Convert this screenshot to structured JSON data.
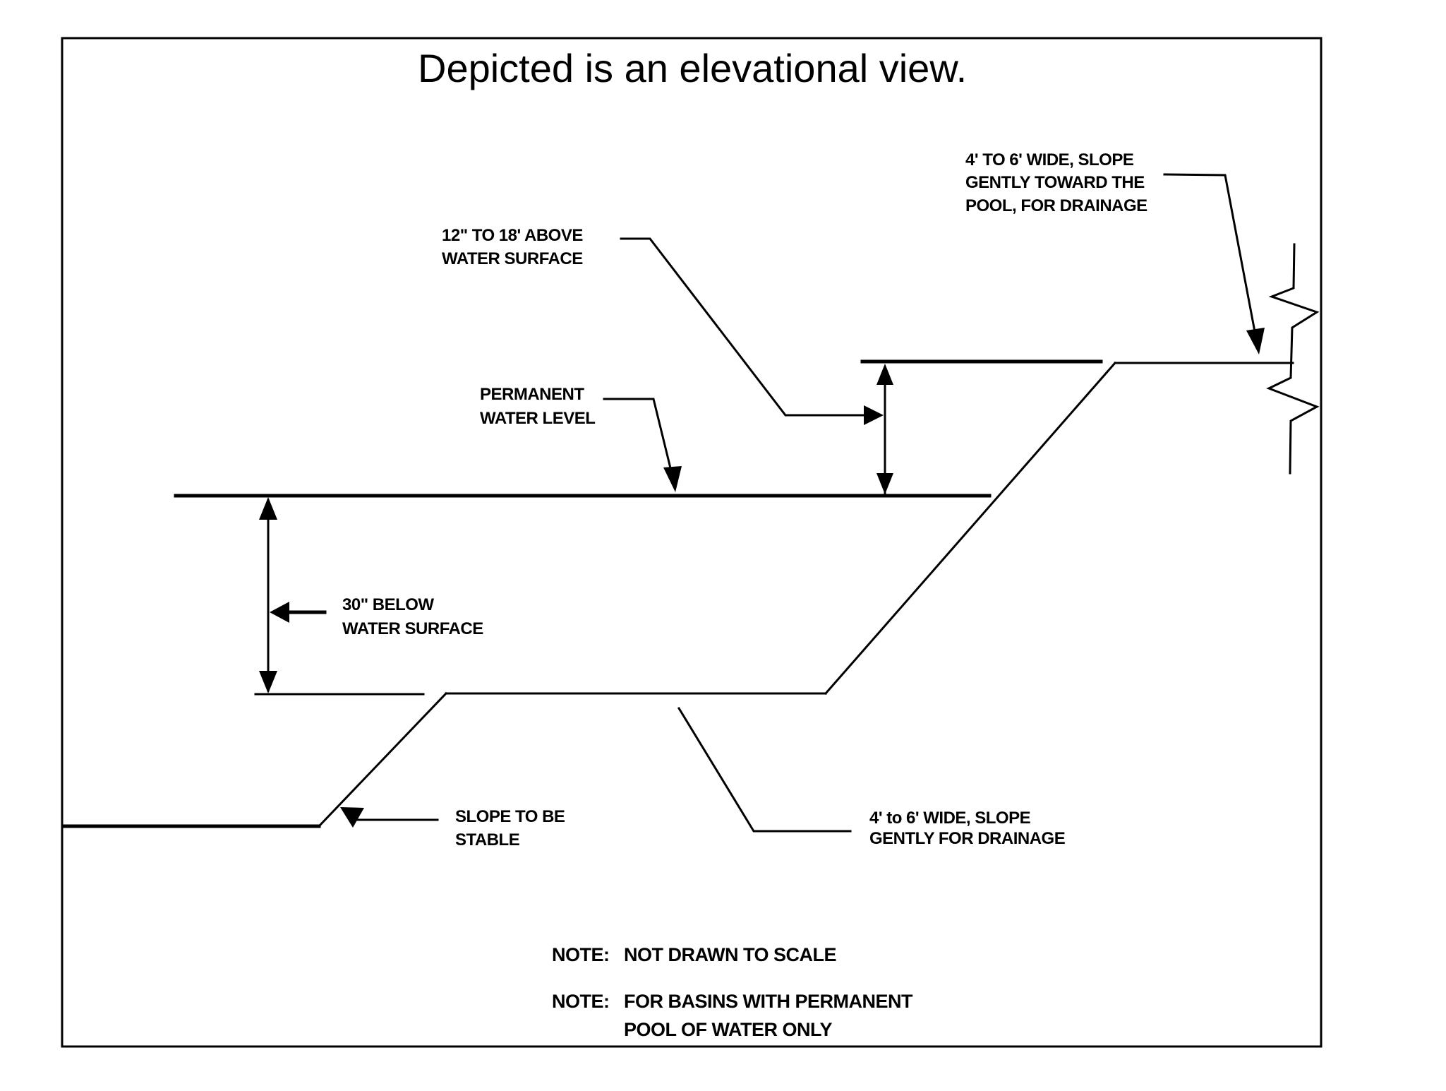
{
  "title": "Depicted is an elevational view.",
  "labels": {
    "upper_bench": [
      "4' TO 6' WIDE, SLOPE",
      "GENTLY TOWARD THE",
      "POOL, FOR DRAINAGE"
    ],
    "freeboard": [
      "12\" TO 18' ABOVE",
      "WATER SURFACE"
    ],
    "permanent_water_level": [
      "PERMANENT",
      "WATER LEVEL"
    ],
    "safety_bench_depth": [
      "30\" BELOW",
      "WATER SURFACE"
    ],
    "side_slope": [
      "SLOPE TO BE",
      "STABLE"
    ],
    "lower_bench": [
      "4' to 6' WIDE, SLOPE",
      "GENTLY FOR DRAINAGE"
    ]
  },
  "notes": [
    {
      "prefix": "NOTE:",
      "lines": [
        "NOT DRAWN TO SCALE"
      ]
    },
    {
      "prefix": "NOTE:",
      "lines": [
        "FOR BASINS WITH PERMANENT",
        "POOL OF WATER ONLY"
      ]
    }
  ],
  "colors": {
    "ink": "#000000",
    "paper": "#ffffff"
  }
}
